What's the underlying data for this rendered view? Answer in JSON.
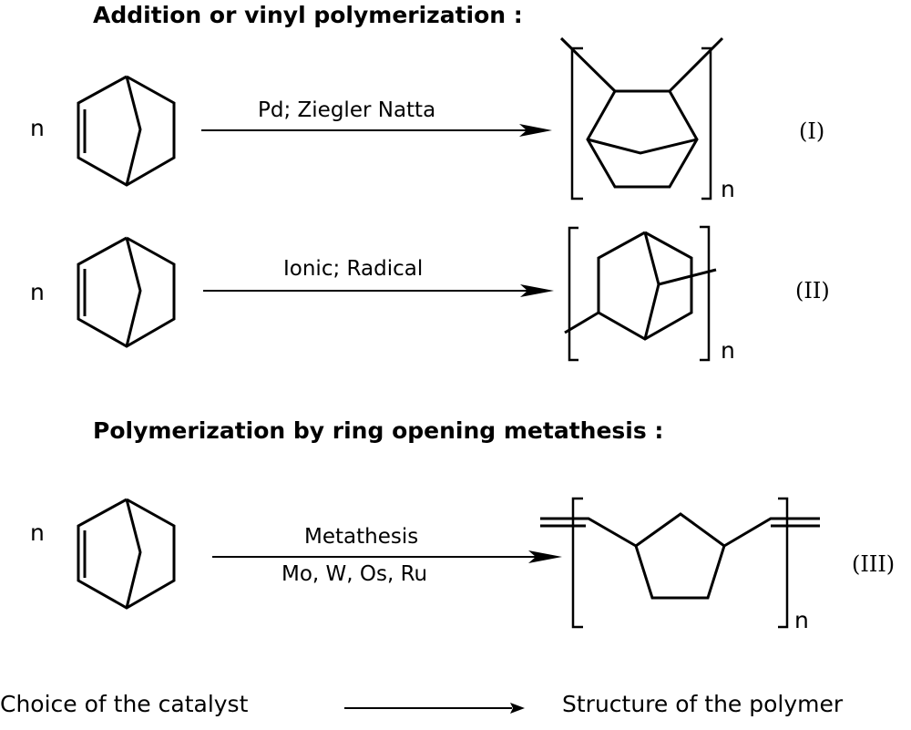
{
  "sections": [
    {
      "heading": "Addition or vinyl polymerization :",
      "reactions": [
        {
          "monomer_coefficient": "n",
          "monomer": "norbornene",
          "conditions": [
            "Pd; Ziegler Natta"
          ],
          "product_subscript": "n",
          "product_label": "(I)",
          "product": "vinyl-addition polynorbornene (2,3-linked)"
        },
        {
          "monomer_coefficient": "n",
          "monomer": "norbornene",
          "conditions": [
            "Ionic; Radical"
          ],
          "product_subscript": "n",
          "product_label": "(II)",
          "product": "2,7-linked polynorbornene"
        }
      ]
    },
    {
      "heading": "Polymerization by ring opening metathesis :",
      "reactions": [
        {
          "monomer_coefficient": "n",
          "monomer": "norbornene",
          "conditions": [
            "Metathesis",
            "Mo, W, Os, Ru"
          ],
          "product_subscript": "n",
          "product_label": "(III)",
          "product": "ring-opened polynorbornene (polypentenamer)"
        }
      ]
    }
  ],
  "footer": {
    "left": "Choice of the catalyst",
    "right": "Structure of the polymer"
  }
}
